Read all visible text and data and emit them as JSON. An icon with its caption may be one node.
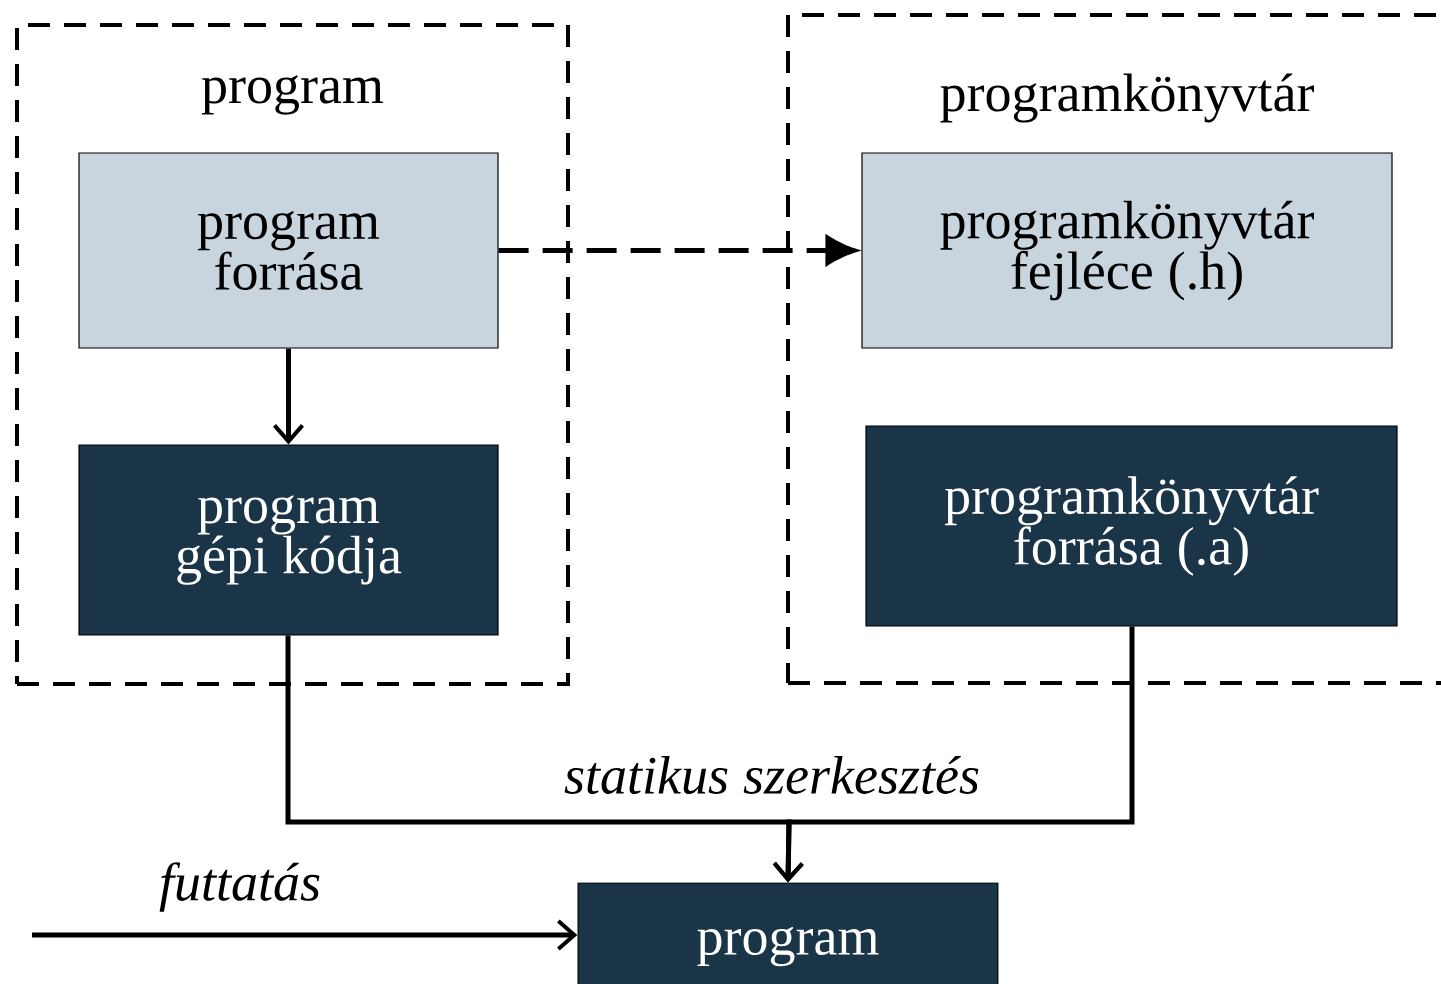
{
  "diagram": {
    "nodes": [
      {
        "text": [
          "program"
        ]
      },
      {
        "text": [
          "program forrása"
        ],
        "in": 0
      },
      {
        "text": [
          "program gépi kódja"
        ],
        "in": 0
      },
      {
        "text": [
          "programkönyvtár"
        ]
      },
      {
        "text": [
          "programkönyvtár fejléce (.h)"
        ],
        "in": 3
      },
      {
        "text": [
          "programkönyvtár forrása (.a)"
        ],
        "in": 3
      },
      {
        "text": [
          "program"
        ]
      }
    ],
    "edges": [
      {
        "from": 1,
        "to": 2,
        "arrow": "to"
      },
      {
        "from": 1,
        "to": 4,
        "arrow": "to",
        "style": "dashed"
      },
      {
        "from": 2,
        "to": 6,
        "arrow": "to",
        "label": "statikus szerkesztés"
      },
      {
        "from": 5,
        "to": 6,
        "arrow": "to"
      },
      {
        "from": null,
        "to": 6,
        "arrow": "to",
        "label": "futtatás"
      }
    ]
  }
}
